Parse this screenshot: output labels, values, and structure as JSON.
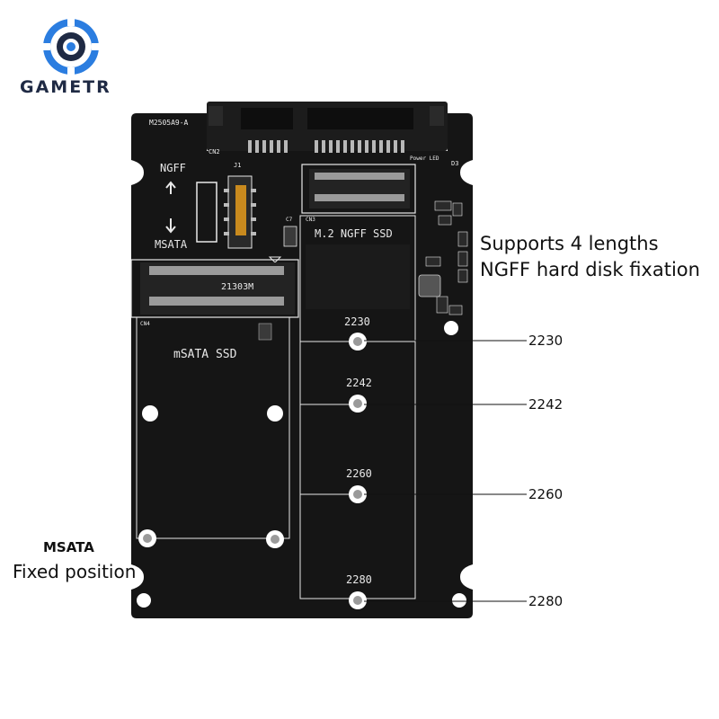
{
  "brand": {
    "name": "GAMETR",
    "colors": {
      "ring": "#2b7de0",
      "dark": "#1f2a44"
    }
  },
  "callouts": {
    "headline_line1": "Supports 4 lengths",
    "headline_line2": "NGFF hard disk fixation",
    "lengths": [
      "2230",
      "2242",
      "2260",
      "2280"
    ],
    "msata_label": "MSATA",
    "msata_sub": "Fixed position"
  },
  "board": {
    "part_number": "M2505A9-A",
    "cn2": "CN2",
    "cn3": "CN3",
    "cn4": "CN4",
    "j1": "J1",
    "c7": "C7",
    "power_led": "Power LED",
    "d3": "D3",
    "ngff": "NGFF",
    "msata": "MSATA",
    "m2_label": "M.2  NGFF SSD",
    "msata_ssd": "mSATA SSD",
    "slot_code": "21303M",
    "slot_lengths": [
      "2230",
      "2242",
      "2260",
      "2280"
    ],
    "colors": {
      "pcb": "#151515",
      "silk": "#e8e8e8",
      "metal": "#c9c9c9"
    }
  }
}
